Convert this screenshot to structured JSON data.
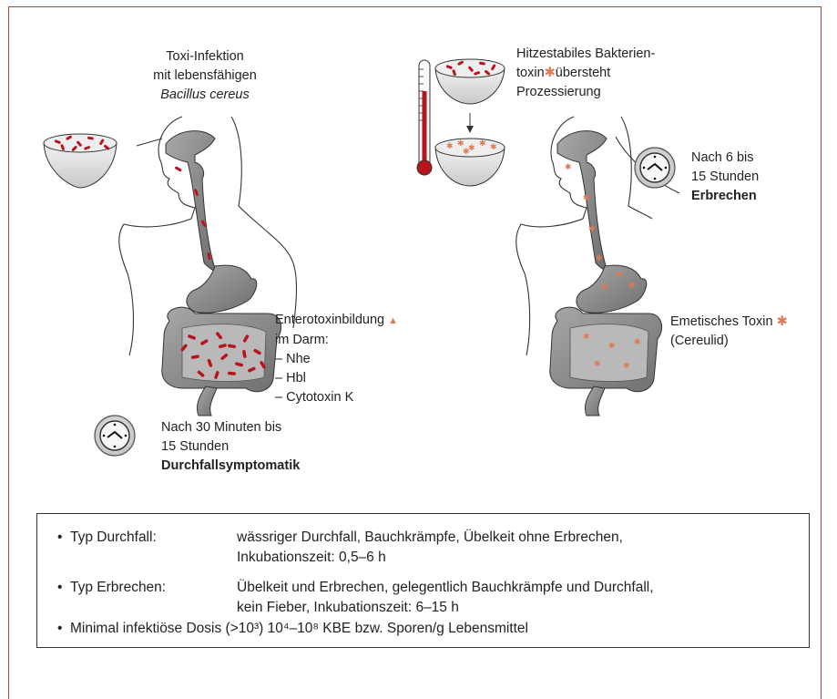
{
  "left": {
    "title_line1": "Toxi-Infektion",
    "title_line2": "mit lebensfähigen",
    "title_line3": "Bacillus cereus",
    "toxin_line1": "Enterotoxinbildung",
    "toxin_line2": "im Darm:",
    "toxin_items": [
      "– Nhe",
      "– Hbl",
      "– Cytotoxin K"
    ],
    "time_line1": "Nach 30 Minuten bis",
    "time_line2": "15 Stunden",
    "symptom": "Durchfallsymptomatik"
  },
  "right": {
    "title_line1": "Hitzestabiles Bakterien-",
    "title_line2a": "toxin",
    "title_line2b": "übersteht",
    "title_line3": "Prozessierung",
    "time_line1": "Nach 6 bis",
    "time_line2": "15 Stunden",
    "symptom": "Erbrechen",
    "toxin_line1": "Emetisches Toxin",
    "toxin_line2": "(Cereulid)"
  },
  "symbols": {
    "star": "✱",
    "triangle": "▲"
  },
  "colors": {
    "frame": "#c7353d",
    "bacteria": "#b8141e",
    "toxin": "#e07a55",
    "organ": "#8e8e8e"
  },
  "summary": {
    "bullet": "•",
    "rows": [
      {
        "key": "Typ Durchfall:",
        "line1": "wässriger Durchfall, Bauchkrämpfe, Übelkeit ohne Erbrechen,",
        "line2": "Inkubationszeit: 0,5–6 h"
      },
      {
        "key": "Typ Erbrechen:",
        "line1": "Übelkeit und Erbrechen, gelegentlich Bauchkrämpfe und Durchfall,",
        "line2": "kein Fieber, Inkubationszeit: 6–15 h"
      }
    ],
    "dose_text": "Minimal infektiöse Dosis (>10³) 10⁴–10⁸ KBE bzw. Sporen/g Lebensmittel"
  }
}
